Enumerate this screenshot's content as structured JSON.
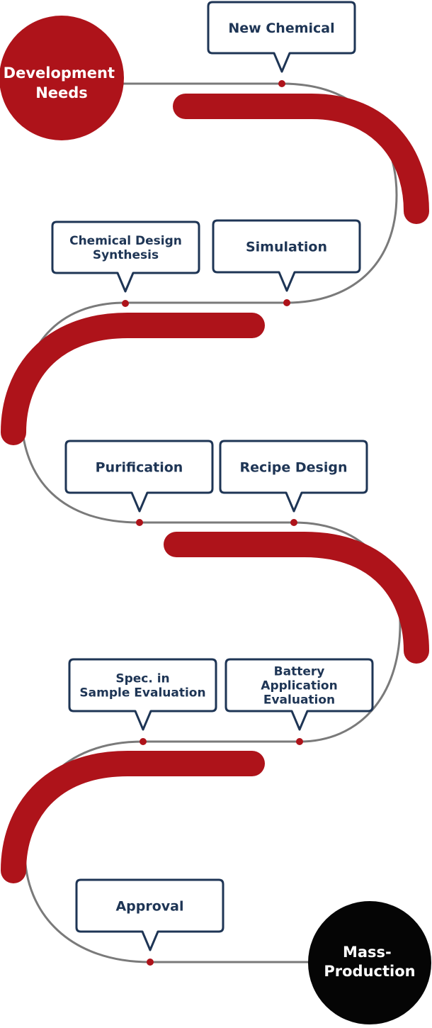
{
  "colors": {
    "accent_red": "#ae131a",
    "navy": "#1e3555",
    "track_gray": "#7a7a7a",
    "dark_circle": "#050505",
    "text_white": "#ffffff"
  },
  "start": {
    "lines": [
      "Development",
      "Needs"
    ]
  },
  "end": {
    "lines": [
      "Mass-",
      "Production"
    ]
  },
  "steps": [
    {
      "id": "new-chemical",
      "lines": [
        "New Chemical"
      ]
    },
    {
      "id": "chemical-design-synthesis",
      "lines": [
        "Chemical Design",
        "Synthesis"
      ]
    },
    {
      "id": "simulation",
      "lines": [
        "Simulation"
      ]
    },
    {
      "id": "purification",
      "lines": [
        "Purification"
      ]
    },
    {
      "id": "recipe-design",
      "lines": [
        "Recipe Design"
      ]
    },
    {
      "id": "spec-sample-evaluation",
      "lines": [
        "Spec. in",
        "Sample Evaluation"
      ]
    },
    {
      "id": "battery-application-evaluation",
      "lines": [
        "Battery",
        "Application",
        "Evaluation"
      ]
    },
    {
      "id": "approval",
      "lines": [
        "Approval"
      ]
    }
  ]
}
